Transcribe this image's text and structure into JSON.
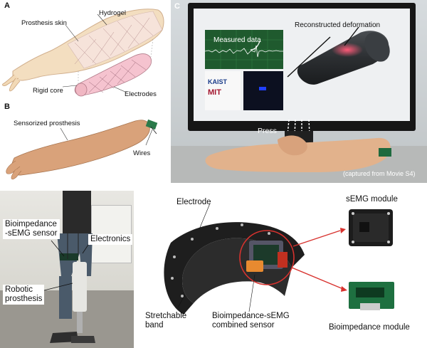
{
  "panel_a": {
    "letter": "A",
    "labels": {
      "hydrogel": "Hydrogel",
      "prosthesis_skin": "Prosthesis skin",
      "rigid_core": "Rigid core",
      "electrodes": "Electrodes"
    }
  },
  "panel_b": {
    "letter": "B",
    "labels": {
      "sensorized": "Sensorized prosthesis",
      "wires": "Wires"
    }
  },
  "panel_c": {
    "letter": "C",
    "labels": {
      "measured": "Measured data",
      "reconstructed": "Reconstructed deformation",
      "press": "Press",
      "caption": "(captured from Movie S4)"
    },
    "logos": {
      "kaist": "KAIST",
      "mit": "MIT"
    }
  },
  "panel_d": {
    "labels": {
      "bioimpedance_semg": "Bioimpedance\n-sEMG sensor",
      "electronics": "Electronics",
      "robotic": "Robotic\nprosthesis"
    }
  },
  "panel_e": {
    "labels": {
      "electrode": "Electrode",
      "semg_module": "sEMG module",
      "stretchable": "Stretchable\nband",
      "combined": "Bioimpedance-sEMG\ncombined sensor",
      "bioimpedance_module": "Bioimpedance module"
    }
  },
  "colors": {
    "skin": "#f0d0a8",
    "hydrogel_pink": "#f3c6cf",
    "monitor_bg": "#1a1a1a",
    "graph_green": "#1f5a2e",
    "deformation_red": "#ff4a6a",
    "arrow_red": "#d8322e"
  }
}
